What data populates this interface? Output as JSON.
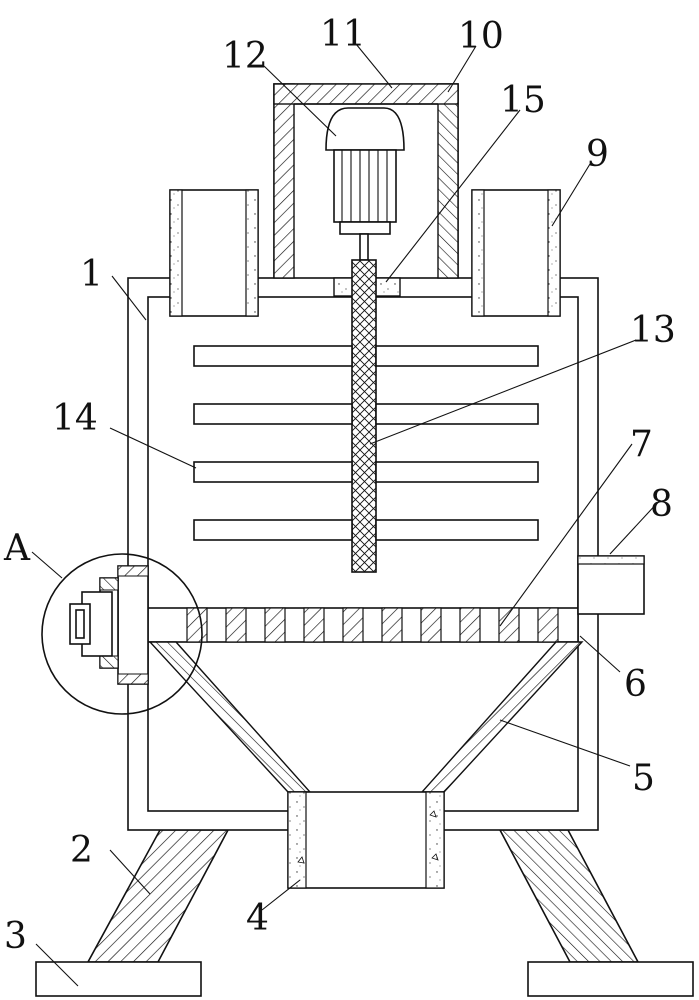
{
  "figure": {
    "labels": [
      "1",
      "2",
      "3",
      "4",
      "5",
      "6",
      "7",
      "8",
      "9",
      "10",
      "11",
      "12",
      "13",
      "14",
      "15",
      "A"
    ]
  },
  "colors": {
    "stroke": "#111111",
    "background": "#ffffff"
  }
}
